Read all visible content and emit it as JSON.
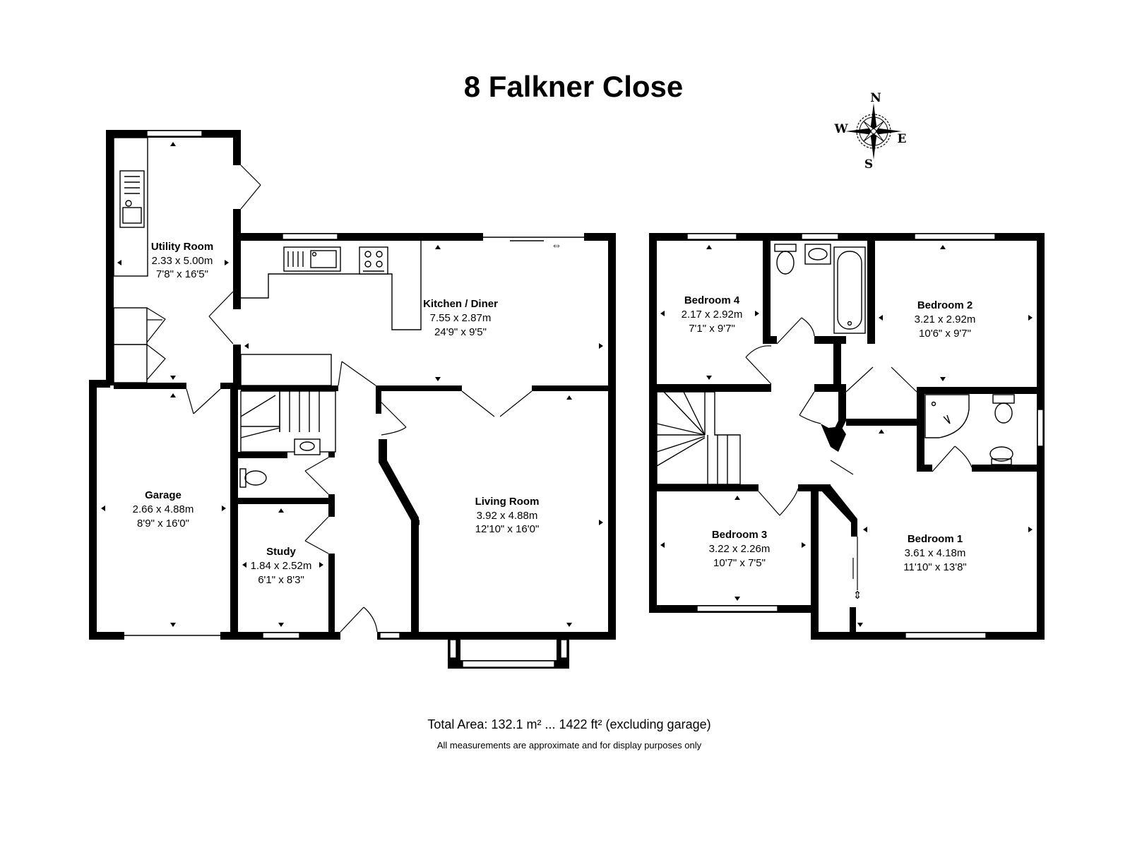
{
  "title": "8 Falkner Close",
  "compass": {
    "north": "N",
    "south": "S",
    "east": "E",
    "west": "W",
    "icon": "compass-rose-icon"
  },
  "rooms": {
    "utility": {
      "name": "Utility Room",
      "metric": "2.33 x 5.00m",
      "imperial": "7'8\" x 16'5\""
    },
    "kitchen": {
      "name": "Kitchen / Diner",
      "metric": "7.55 x 2.87m",
      "imperial": "24'9\" x 9'5\""
    },
    "garage": {
      "name": "Garage",
      "metric": "2.66 x 4.88m",
      "imperial": "8'9\" x 16'0\""
    },
    "living": {
      "name": "Living Room",
      "metric": "3.92 x 4.88m",
      "imperial": "12'10\" x 16'0\""
    },
    "study": {
      "name": "Study",
      "metric": "1.84 x 2.52m",
      "imperial": "6'1\" x 8'3\""
    },
    "bedroom4": {
      "name": "Bedroom 4",
      "metric": "2.17 x 2.92m",
      "imperial": "7'1\" x 9'7\""
    },
    "bedroom2": {
      "name": "Bedroom 2",
      "metric": "3.21 x 2.92m",
      "imperial": "10'6\" x 9'7\""
    },
    "bedroom3": {
      "name": "Bedroom 3",
      "metric": "3.22 x 2.26m",
      "imperial": "10'7\" x 7'5\""
    },
    "bedroom1": {
      "name": "Bedroom 1",
      "metric": "3.61 x 4.18m",
      "imperial": "11'10\" x 13'8\""
    }
  },
  "footer": {
    "total_area": "Total Area: 132.1 m² ... 1422 ft² (excluding garage)",
    "disclaimer": "All measurements are approximate and for display purposes only"
  }
}
